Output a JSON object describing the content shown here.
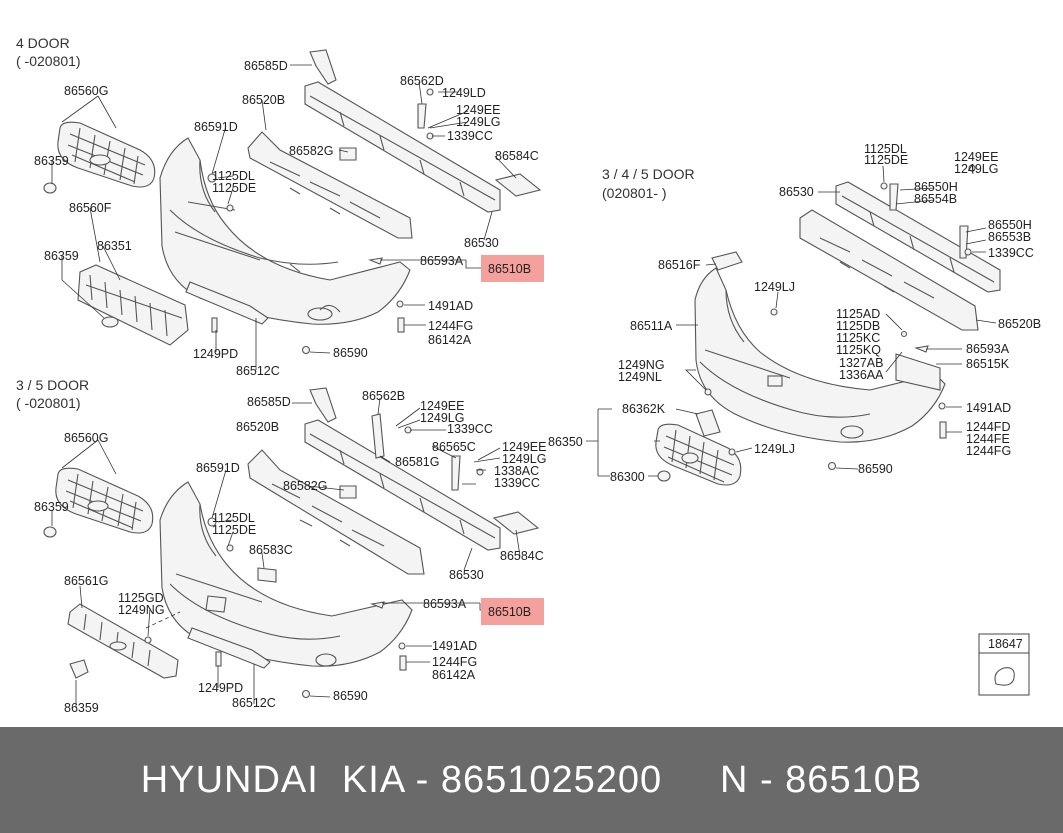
{
  "sections": {
    "s1_title": "4 DOOR",
    "s1_date": "( -020801)",
    "s2_title": "3 / 5 DOOR",
    "s2_date": "( -020801)",
    "s3_title": "3 / 4 / 5 DOOR",
    "s3_date": "(020801- )"
  },
  "labels": {
    "a1": "86585D",
    "a2": "86562D",
    "a3": "1249LD",
    "a4": "86520B",
    "a5": "1249EE",
    "a6": "1249LG",
    "a7": "86560G",
    "a8": "86591D",
    "a9": "1339CC",
    "a10": "86582G",
    "a11": "86584C",
    "a12": "86359",
    "a13": "1125DL",
    "a14": "1125DE",
    "a15": "86560F",
    "a16": "86351",
    "a17": "86530",
    "a18": "86359",
    "a19": "86593A",
    "a20": "86510B",
    "a21": "1491AD",
    "a22": "1244FG",
    "a23": "86142A",
    "a24": "1249PD",
    "a25": "86590",
    "a26": "86512C",
    "b1": "86585D",
    "b2": "86562B",
    "b3": "1249EE",
    "b4": "1249LG",
    "b5": "86520B",
    "b6": "1339CC",
    "b7": "86560G",
    "b8": "86581G",
    "b9": "86565C",
    "b10": "1249EE",
    "b11": "86591D",
    "b12": "1249LG",
    "b13": "86582G",
    "b14": "1338AC",
    "b15": "1339CC",
    "b16": "86359",
    "b17": "1125DL",
    "b18": "1125DE",
    "b19": "86584C",
    "b20": "86583C",
    "b21": "86530",
    "b22": "86561G",
    "b23": "1125GD",
    "b24": "1249NG",
    "b25": "86593A",
    "b26": "86510B",
    "b27": "1491AD",
    "b28": "1244FG",
    "b29": "86142A",
    "b30": "1249PD",
    "b31": "86512C",
    "b32": "86590",
    "b33": "86359",
    "c1": "1125DL",
    "c2": "1125DE",
    "c3": "1249EE",
    "c4": "1249LG",
    "c5": "86530",
    "c6": "86550H",
    "c7": "86554B",
    "c8": "86550H",
    "c9": "86553B",
    "c10": "1339CC",
    "c11": "86516F",
    "c12": "1249LJ",
    "c13": "86520B",
    "c14": "86511A",
    "c15": "1125AD",
    "c16": "1125DB",
    "c17": "1125KC",
    "c18": "1125KQ",
    "c19": "86593A",
    "c20": "1249NG",
    "c21": "1249NL",
    "c22": "1327AB",
    "c23": "86515K",
    "c24": "1336AA",
    "c25": "86362K",
    "c26": "1491AD",
    "c27": "86350",
    "c28": "1249LJ",
    "c29": "1244FD",
    "c30": "1244FE",
    "c31": "1244FG",
    "c32": "86300",
    "c33": "86590"
  },
  "callout": {
    "code": "18647"
  },
  "highlight_color": "#f4a09c",
  "footer": {
    "text": "HYUNDAI  KIA - 8651025200     N - 86510B"
  }
}
